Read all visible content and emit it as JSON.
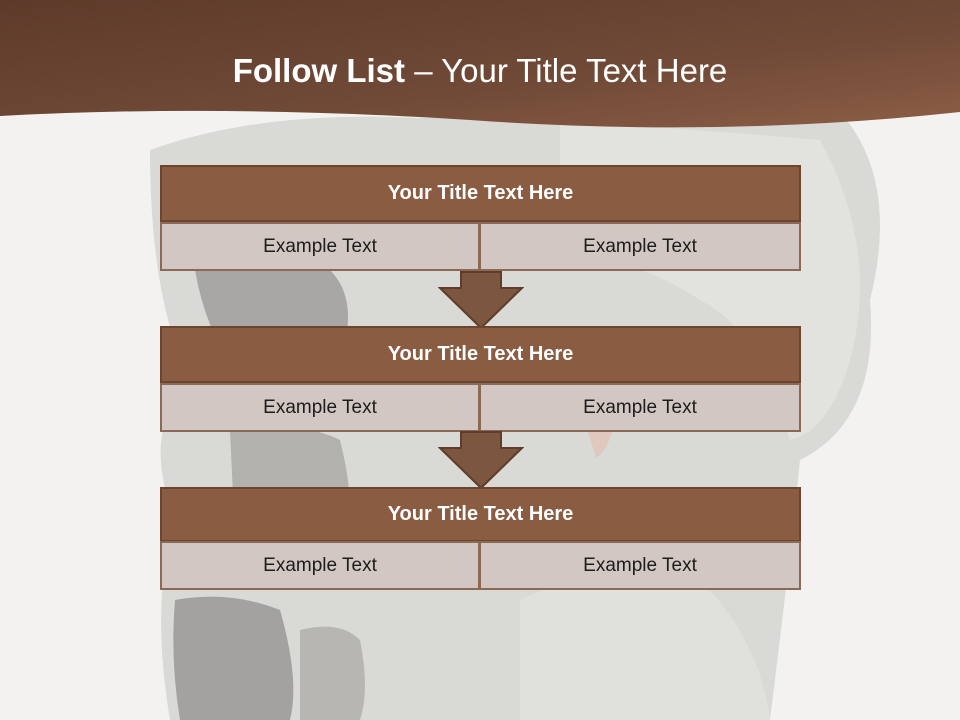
{
  "slide": {
    "title_bold": "Follow List",
    "title_rest": " – Your Title Text Here"
  },
  "blocks": [
    {
      "title": "Your Title Text Here",
      "cells": [
        "Example Text",
        "Example Text"
      ]
    },
    {
      "title": "Your Title Text Here",
      "cells": [
        "Example Text",
        "Example Text"
      ]
    },
    {
      "title": "Your Title Text Here",
      "cells": [
        "Example Text",
        "Example Text"
      ]
    }
  ],
  "colors": {
    "header_brown": "#6b4534",
    "box_brown": "#8a5c42",
    "cell_fill": "#d3c7c3",
    "arrow": "#7d5640"
  }
}
